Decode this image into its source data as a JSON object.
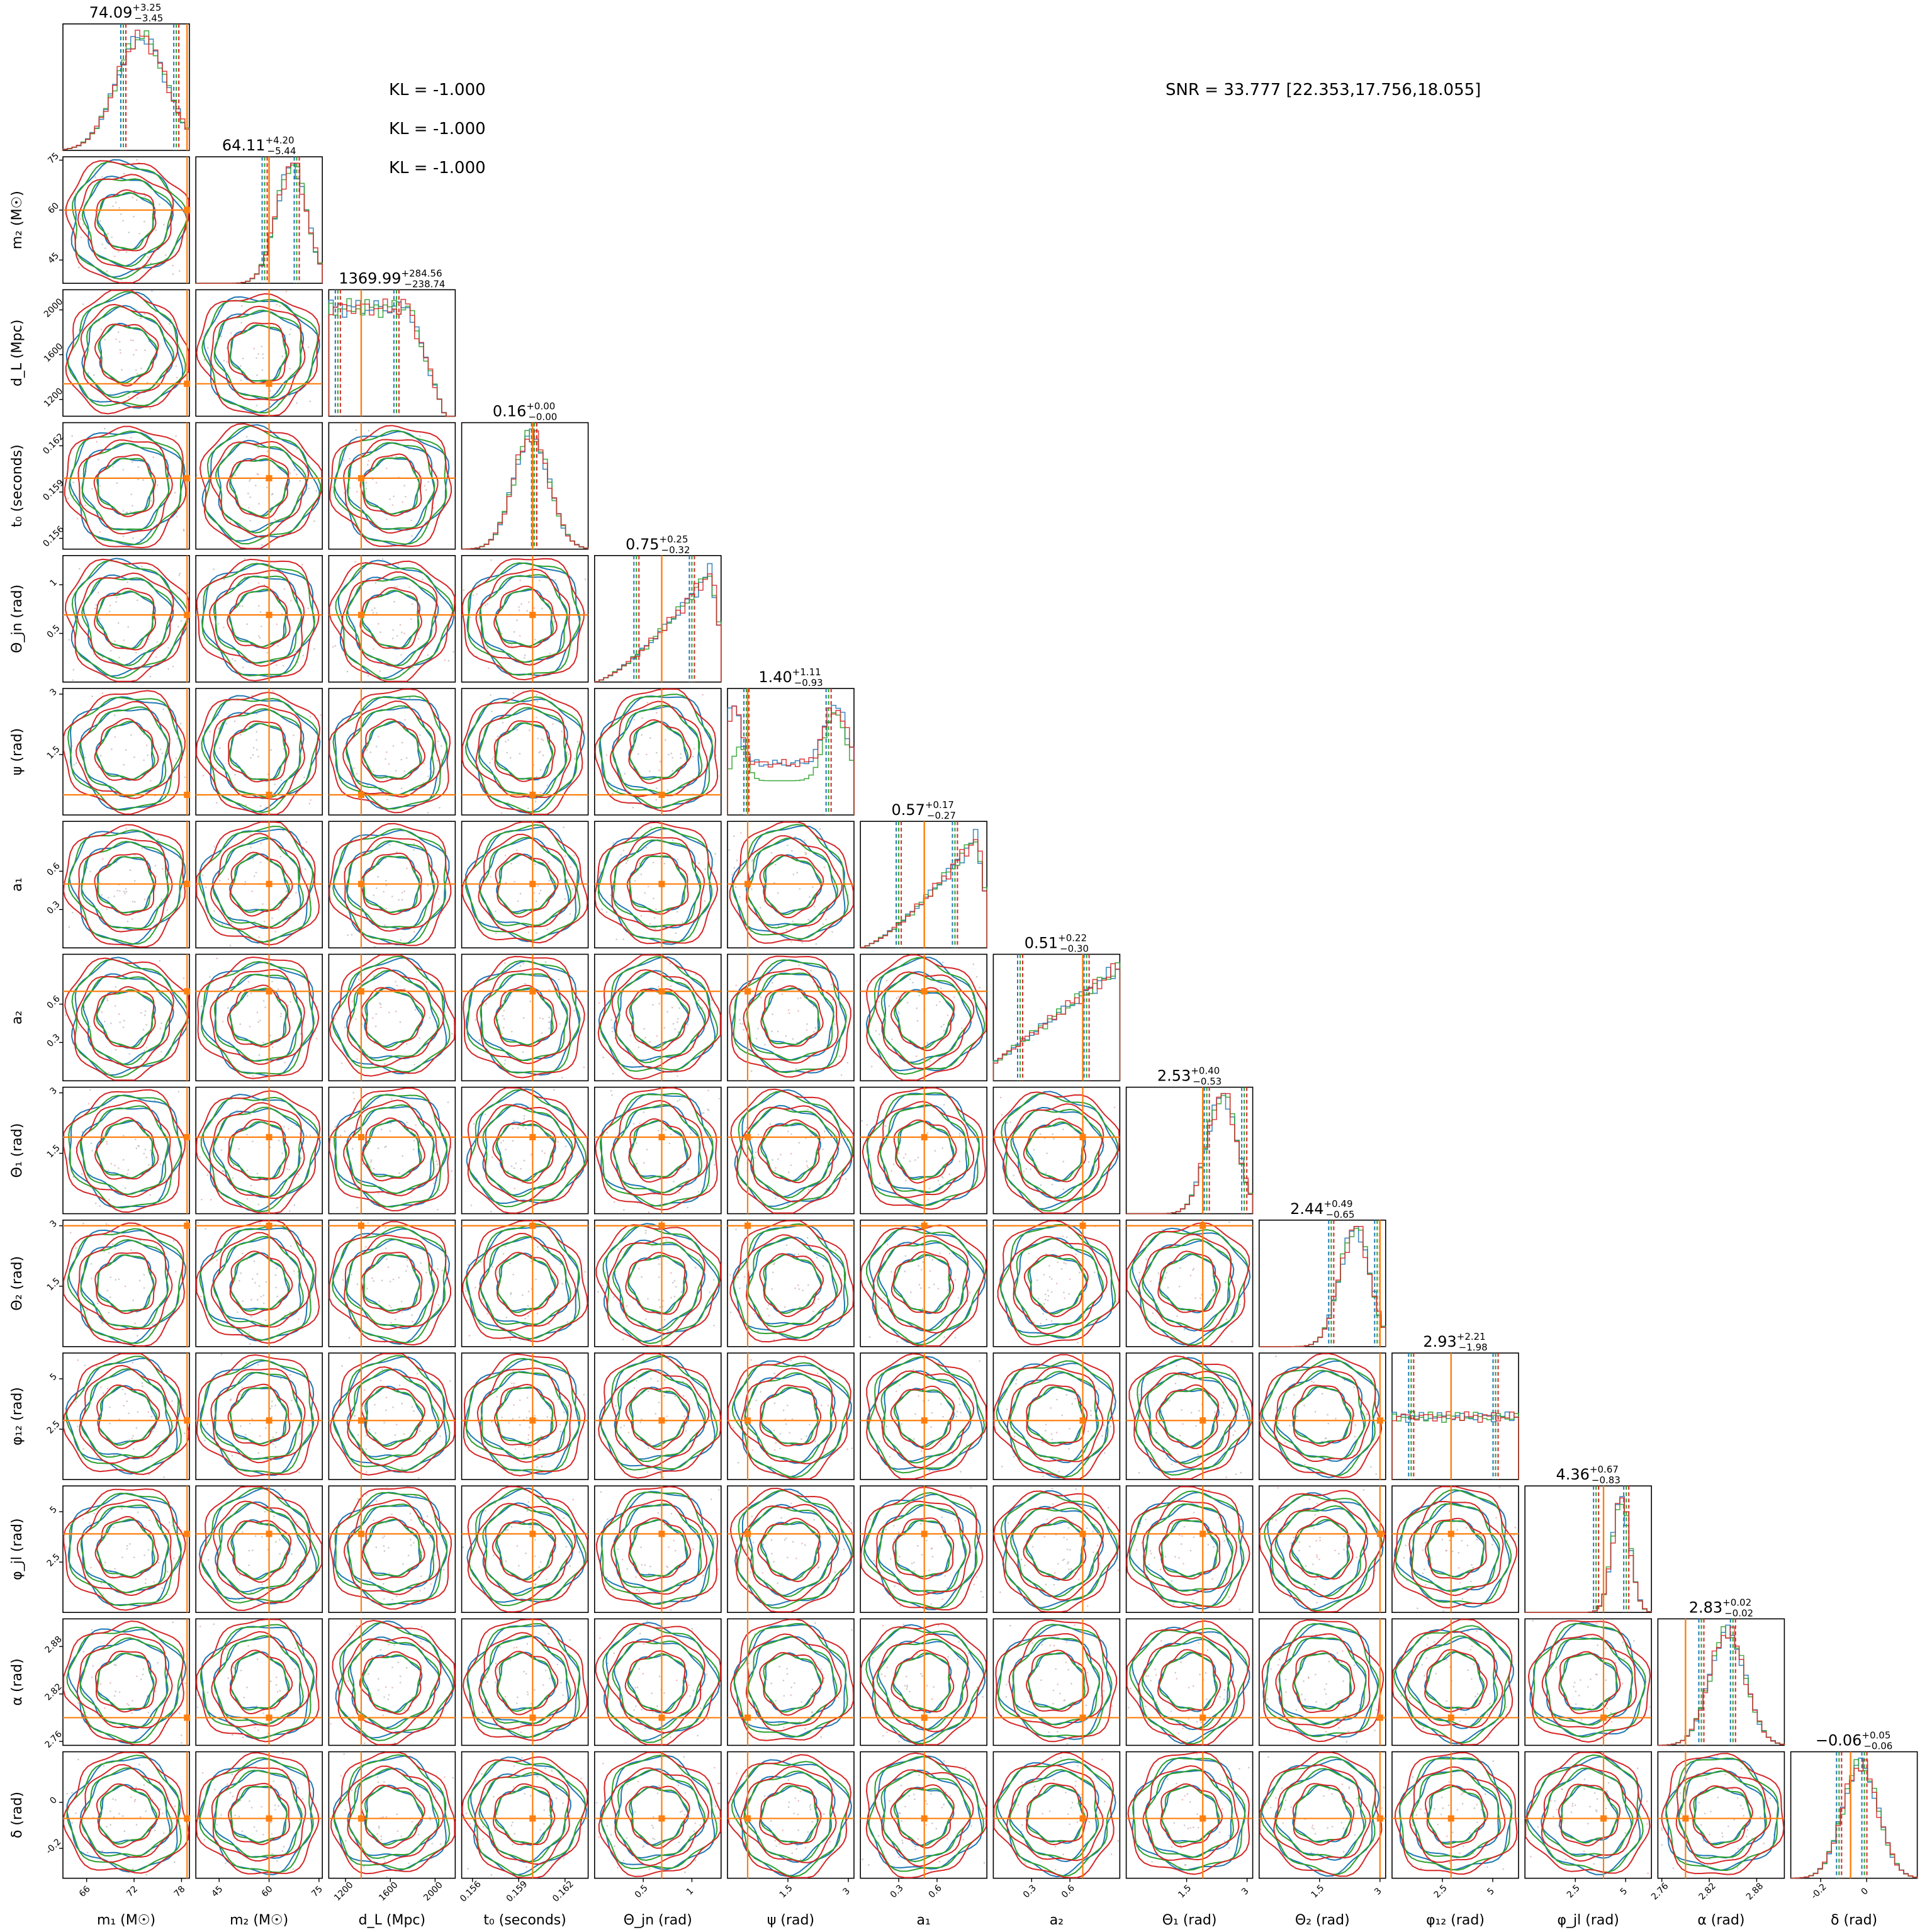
{
  "annotations": {
    "kl": [
      "KL = -1.000",
      "KL = -1.000",
      "KL = -1.000"
    ],
    "snr": "SNR = 33.777 [22.353,17.756,18.055]"
  },
  "colors": {
    "series": [
      "#1f77b4",
      "#2ca02c",
      "#d62728"
    ],
    "truth": "#ff7f0e",
    "frame": "#000000",
    "scatter": "#9e9e9e"
  },
  "chart_data": {
    "type": "corner",
    "series_colors": [
      "#1f77b4",
      "#2ca02c",
      "#d62728"
    ],
    "parameters": [
      {
        "key": "m1",
        "axis_label": "m₁ (M☉)",
        "ylabel": "",
        "range": [
          63,
          79
        ],
        "ticks": [
          66,
          72,
          78
        ],
        "truth": 78.7,
        "median": 74.09,
        "title": "74.09",
        "plus": "+3.25",
        "minus": "−3.45",
        "hist": "hump",
        "peak": 0.6
      },
      {
        "key": "m2",
        "axis_label": "m₂ (M☉)",
        "ylabel": "m₂ (M☉)",
        "range": [
          38,
          76
        ],
        "ticks": [
          45,
          60,
          75
        ],
        "truth": 60,
        "median": 64.11,
        "title": "64.11",
        "plus": "+4.20",
        "minus": "−5.44",
        "hist": "skewright",
        "peak": 0.75
      },
      {
        "key": "dL",
        "axis_label": "d_L (Mpc)",
        "ylabel": "d_L (Mpc)",
        "range": [
          1050,
          2180
        ],
        "ticks": [
          1200,
          1600,
          2000
        ],
        "truth": 1340,
        "median": 1369.99,
        "title": "1369.99",
        "plus": "+284.56",
        "minus": "−238.74",
        "hist": "plateau",
        "peak": 0.3
      },
      {
        "key": "t0",
        "axis_label": "t₀ (seconds)",
        "ylabel": "t₀ (seconds)",
        "range": [
          0.1553,
          0.1635
        ],
        "ticks": [
          0.156,
          0.159,
          0.162
        ],
        "truth": 0.1599,
        "median": 0.16,
        "title": "0.16",
        "plus": "+0.00",
        "minus": "−0.00",
        "hist": "gauss",
        "peak": 0.6
      },
      {
        "key": "thetajn",
        "axis_label": "Θ_jn (rad)",
        "ylabel": "Θ_jn (rad)",
        "range": [
          0.0,
          1.3
        ],
        "ticks": [
          0.5,
          1.0
        ],
        "truth": 0.69,
        "median": 0.75,
        "title": "0.75",
        "plus": "+0.25",
        "minus": "−0.32",
        "hist": "rampright",
        "peak": 0.85
      },
      {
        "key": "psi",
        "axis_label": "ψ (rad)",
        "ylabel": "ψ (rad)",
        "range": [
          0.0,
          3.14
        ],
        "ticks": [
          1.5,
          3.0
        ],
        "truth": 0.5,
        "median": 1.4,
        "title": "1.40",
        "plus": "+1.11",
        "minus": "−0.93",
        "hist": "bimodal",
        "peak": 0.5
      },
      {
        "key": "a1",
        "axis_label": "a₁",
        "ylabel": "a₁",
        "range": [
          0.0,
          0.99
        ],
        "ticks": [
          0.3,
          0.6
        ],
        "truth": 0.5,
        "median": 0.57,
        "title": "0.57",
        "plus": "+0.17",
        "minus": "−0.27",
        "hist": "rampright",
        "peak": 0.9
      },
      {
        "key": "a2",
        "axis_label": "a₂",
        "ylabel": "a₂",
        "range": [
          0.0,
          0.99
        ],
        "ticks": [
          0.3,
          0.6
        ],
        "truth": 0.7,
        "median": 0.51,
        "title": "0.51",
        "plus": "+0.22",
        "minus": "−0.30",
        "hist": "linear",
        "peak": 0.9
      },
      {
        "key": "theta1",
        "axis_label": "Θ₁ (rad)",
        "ylabel": "Θ₁ (rad)",
        "range": [
          0.0,
          3.14
        ],
        "ticks": [
          1.5,
          3.0
        ],
        "truth": 1.9,
        "median": 2.53,
        "title": "2.53",
        "plus": "+0.40",
        "minus": "−0.53",
        "hist": "skewright",
        "peak": 0.8
      },
      {
        "key": "theta2",
        "axis_label": "Θ₂ (rad)",
        "ylabel": "Θ₂ (rad)",
        "range": [
          0.0,
          3.14
        ],
        "ticks": [
          1.5,
          3.0
        ],
        "truth": 3.0,
        "median": 2.44,
        "title": "2.44",
        "plus": "+0.49",
        "minus": "−0.65",
        "hist": "skewright",
        "peak": 0.8
      },
      {
        "key": "phi12",
        "axis_label": "φ₁₂ (rad)",
        "ylabel": "φ₁₂ (rad)",
        "range": [
          0.0,
          6.28
        ],
        "ticks": [
          2.5,
          5.0
        ],
        "truth": 2.93,
        "median": 2.93,
        "title": "2.93",
        "plus": "+2.21",
        "minus": "−1.98",
        "hist": "flat",
        "peak": 0.5
      },
      {
        "key": "phijl",
        "axis_label": "φ_jl (rad)",
        "ylabel": "φ_jl (rad)",
        "range": [
          0.0,
          6.28
        ],
        "ticks": [
          2.5,
          5.0
        ],
        "truth": 3.9,
        "median": 4.36,
        "title": "4.36",
        "plus": "+0.67",
        "minus": "−0.83",
        "hist": "narrowright",
        "peak": 0.75
      },
      {
        "key": "alpha",
        "axis_label": "α (rad)",
        "ylabel": "α (rad)",
        "range": [
          2.755,
          2.915
        ],
        "ticks": [
          2.76,
          2.82,
          2.88
        ],
        "truth": 2.79,
        "median": 2.83,
        "title": "2.83",
        "plus": "+0.02",
        "minus": "−0.02",
        "hist": "gauss",
        "peak": 0.55
      },
      {
        "key": "delta",
        "axis_label": "δ (rad)",
        "ylabel": "δ (rad)",
        "range": [
          -0.33,
          0.22
        ],
        "ticks": [
          -0.2,
          0.0
        ],
        "truth": -0.07,
        "median": -0.06,
        "title": "−0.06",
        "plus": "+0.05",
        "minus": "−0.06",
        "hist": "gauss",
        "peak": 0.55
      }
    ]
  }
}
